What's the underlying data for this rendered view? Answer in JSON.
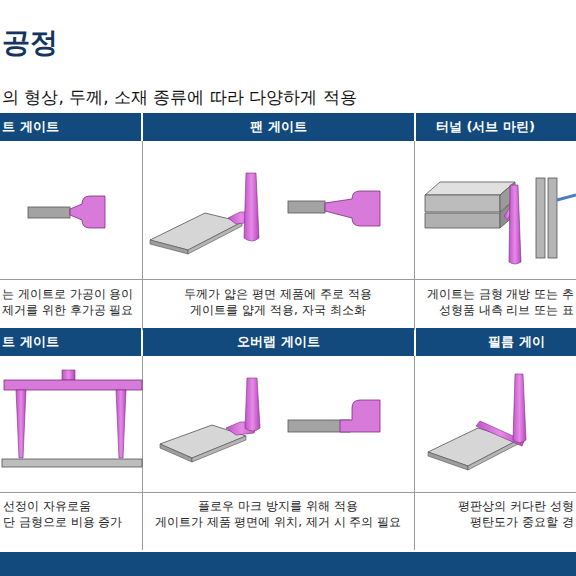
{
  "diagram": {
    "title": "공정",
    "nodes": [
      {
        "text": [
          "트 게이트"
        ]
      },
      {
        "text": [
          "팬 게이트"
        ]
      },
      {
        "text": [
          "터널 (서브 마린)"
        ]
      },
      {
        "text": [
          "트 게이트"
        ]
      },
      {
        "text": [
          "오버랩 게이트"
        ]
      },
      {
        "text": [
          "필름 게이"
        ]
      }
    ],
    "labels": [
      "의 형상, 두께, 소재 종류에 따라 다양하게 적용",
      "는 게이트로 가공이 용이",
      "제거를 위한 후가공 필요",
      "두께가 얇은 평면 제품에 주로 적용",
      "게이트를 얇게 적용, 자국 최소화",
      "게이트는 금형 개방 또는 추",
      "성형품 내측 리브 또는 표",
      "선정이 자유로움",
      "단 금형으로 비용 증가",
      "플로우 마크 방지를 위해 적용",
      "게이트가 제품 평면에 위치, 제거 시 주의 필요",
      "평판상의 커다란 성형",
      "평탄도가 중요할 경"
    ]
  }
}
